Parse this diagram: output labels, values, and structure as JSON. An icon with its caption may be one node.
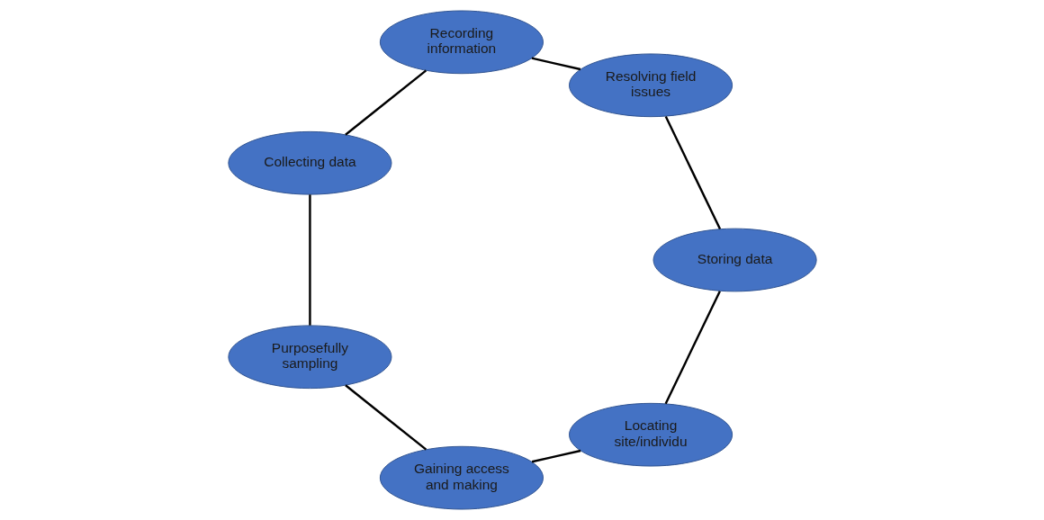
{
  "diagram": {
    "nodes": [
      {
        "text": [
          "Locating site/individu"
        ]
      },
      {
        "text": [
          "Gaining access and making"
        ]
      },
      {
        "text": [
          "Purposefully sampling"
        ]
      },
      {
        "text": [
          "Collecting data"
        ]
      },
      {
        "text": [
          "Recording information"
        ]
      },
      {
        "text": [
          "Resolving field issues"
        ]
      },
      {
        "text": [
          "Storing data"
        ]
      }
    ],
    "edges": [
      {
        "from": 0,
        "to": 1,
        "arrow": "none"
      },
      {
        "from": 1,
        "to": 2,
        "arrow": "none"
      },
      {
        "from": 2,
        "to": 3,
        "arrow": "none"
      },
      {
        "from": 3,
        "to": 4,
        "arrow": "none"
      },
      {
        "from": 4,
        "to": 5,
        "arrow": "none"
      },
      {
        "from": 5,
        "to": 6,
        "arrow": "none"
      },
      {
        "from": 6,
        "to": 0,
        "arrow": "none"
      }
    ]
  }
}
